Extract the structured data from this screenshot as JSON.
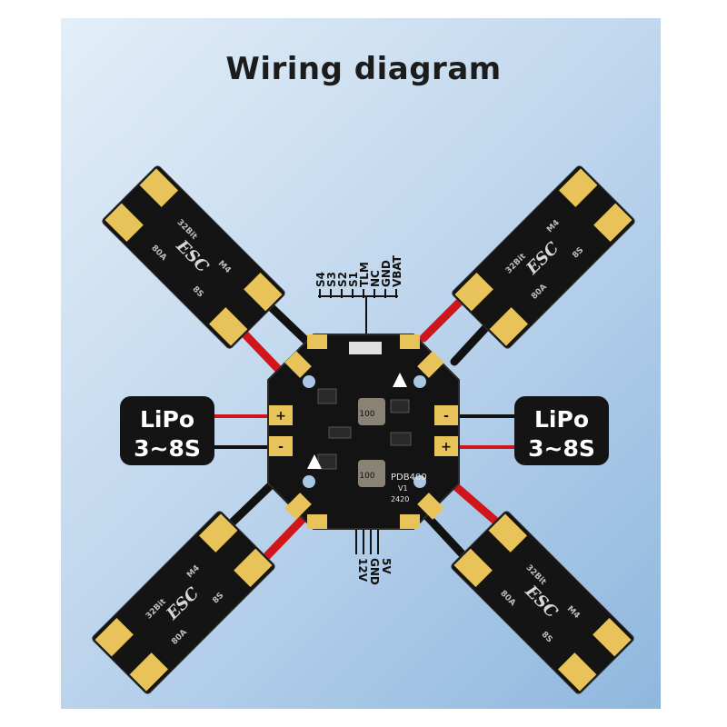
{
  "title": "Wiring diagram",
  "battery_left": {
    "line1": "LiPo",
    "line2": "3~8S"
  },
  "battery_right": {
    "line1": "LiPo",
    "line2": "3~8S"
  },
  "top_connector_pins": [
    "VBAT",
    "GND",
    "NC",
    "TLM",
    "S1",
    "S2",
    "S3",
    "S4"
  ],
  "bottom_connector_pins": [
    "5V",
    "GND",
    "12V"
  ],
  "board": {
    "name": "PDB400",
    "version": "V1",
    "code": "2420",
    "inductor": "100"
  },
  "esc": {
    "model": "32Bit",
    "current": "80A",
    "cells": "8S",
    "mark": "ESC",
    "chip": "M4"
  },
  "pad_marks": {
    "plus": "+",
    "minus": "-"
  },
  "colors": {
    "positive_wire": "#d0161b",
    "negative_wire": "#111111",
    "pad": "#e7c35a",
    "board": "#131313"
  }
}
